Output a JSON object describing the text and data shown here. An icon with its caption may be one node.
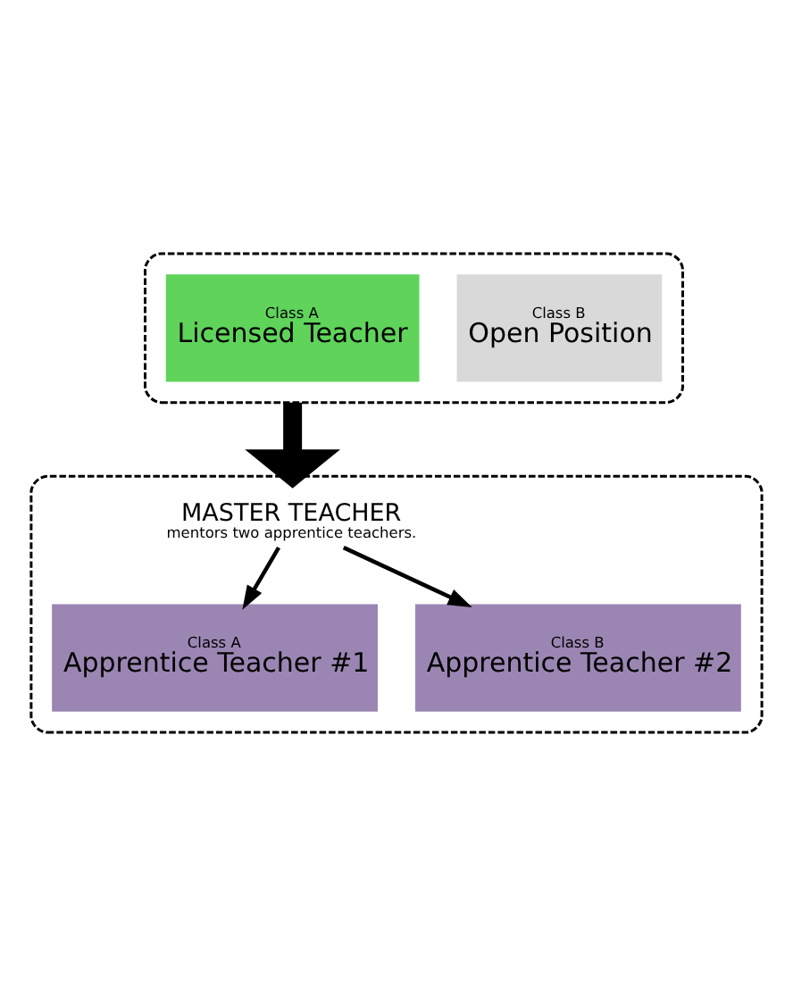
{
  "diagram": {
    "nodes": [
      {
        "text": [],
        "shape": "box"
      },
      {
        "text": [
          "Class A",
          "Licensed Teacher"
        ],
        "in": 0
      },
      {
        "text": [
          "Class B",
          "Open Position"
        ],
        "in": 0
      },
      {
        "text": [],
        "shape": "box"
      },
      {
        "text": [
          "MASTER TEACHER",
          "mentors two apprentice teachers."
        ],
        "in": 3
      },
      {
        "text": [
          "Class A",
          "Apprentice Teacher #1"
        ],
        "in": 3
      },
      {
        "text": [
          "Class B",
          "Apprentice Teacher #2"
        ],
        "in": 3
      }
    ],
    "edges": [
      {
        "from": 0,
        "to": 3,
        "arrow": "to",
        "style": "thick"
      },
      {
        "from": 4,
        "to": 5,
        "arrow": "to"
      },
      {
        "from": 4,
        "to": 6,
        "arrow": "to"
      }
    ]
  }
}
